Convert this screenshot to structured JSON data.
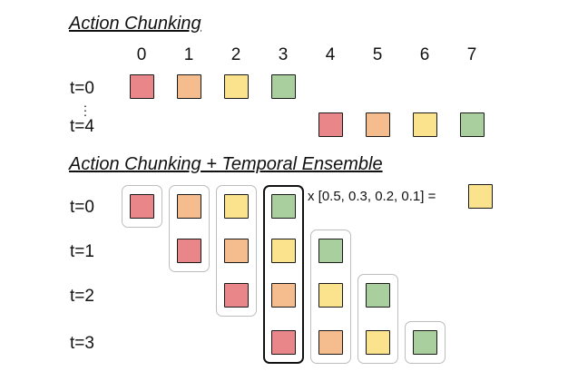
{
  "colors": {
    "red": "#e8868a",
    "orange": "#f5bc8e",
    "yellow": "#fbe38e",
    "green": "#a9cf9f",
    "ensemble_result": "#fbe38e",
    "group_border": "#bdbdbd",
    "group_border_active": "#111111"
  },
  "section1": {
    "title": "Action Chunking",
    "columns": [
      "0",
      "1",
      "2",
      "3",
      "4",
      "5",
      "6",
      "7"
    ],
    "rows": [
      {
        "label": "t=0",
        "start": 0,
        "chunk": [
          "red",
          "orange",
          "yellow",
          "green"
        ]
      },
      {
        "label": "t=4",
        "start": 4,
        "chunk": [
          "red",
          "orange",
          "yellow",
          "green"
        ]
      }
    ],
    "ellipsis": "⋮"
  },
  "section2": {
    "title": "Action Chunking + Temporal Ensemble",
    "rows": [
      {
        "label": "t=0",
        "start": 0,
        "chunk": [
          "red",
          "orange",
          "yellow",
          "green"
        ]
      },
      {
        "label": "t=1",
        "start": 1,
        "chunk": [
          "red",
          "orange",
          "yellow",
          "green"
        ]
      },
      {
        "label": "t=2",
        "start": 2,
        "chunk": [
          "red",
          "orange",
          "yellow",
          "green"
        ]
      },
      {
        "label": "t=3",
        "start": 3,
        "chunk": [
          "red",
          "orange",
          "yellow",
          "green"
        ]
      }
    ],
    "active_column": 3,
    "formula": "x [0.5, 0.3, 0.2, 0.1] ="
  }
}
